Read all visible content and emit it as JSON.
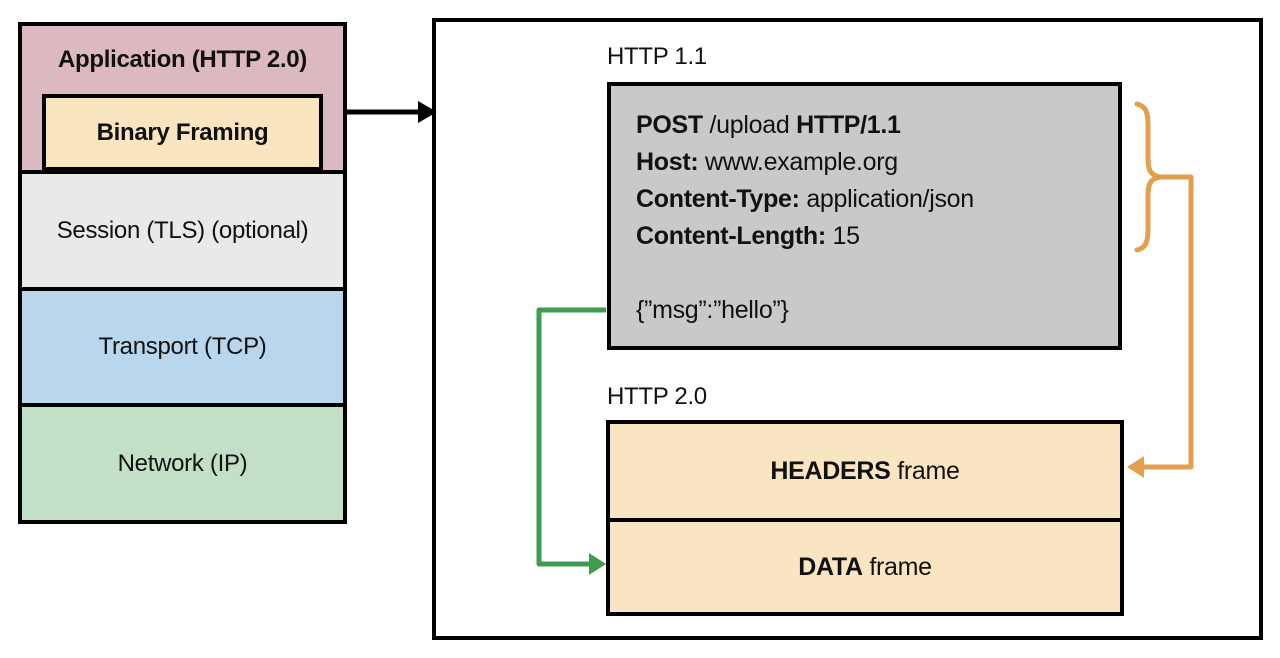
{
  "stack": {
    "application_label": "Application (HTTP 2.0)",
    "binary_framing_label": "Binary Framing",
    "session_label": "Session (TLS) (optional)",
    "transport_label": "Transport (TCP)",
    "network_label": "Network (IP)"
  },
  "detail": {
    "http11_label": "HTTP 1.1",
    "http20_label": "HTTP 2.0",
    "request": {
      "method": "POST",
      "path": " /upload ",
      "version": "HTTP/1.1",
      "host_key": "Host:",
      "host_value": " www.example.org",
      "content_type_key": "Content-Type:",
      "content_type_value": " application/json",
      "content_length_key": "Content-Length:",
      "content_length_value": " 15",
      "body": "{”msg”:”hello”}"
    },
    "frames": {
      "headers": {
        "bold": "HEADERS",
        "rest": " frame"
      },
      "data": {
        "bold": "DATA",
        "rest": " frame"
      }
    }
  },
  "colors": {
    "application_fill": "#dcb8c0",
    "binary_framing_fill": "#fae5c1",
    "session_fill": "#e9e9e9",
    "transport_fill": "#b9d6ec",
    "network_fill": "#c2dfc7",
    "request_fill": "#c9c9c9",
    "frame_fill": "#f9e5c2",
    "orange_arrow": "#e2a04f",
    "green_arrow": "#3f9b50",
    "black_arrow": "#000000"
  }
}
